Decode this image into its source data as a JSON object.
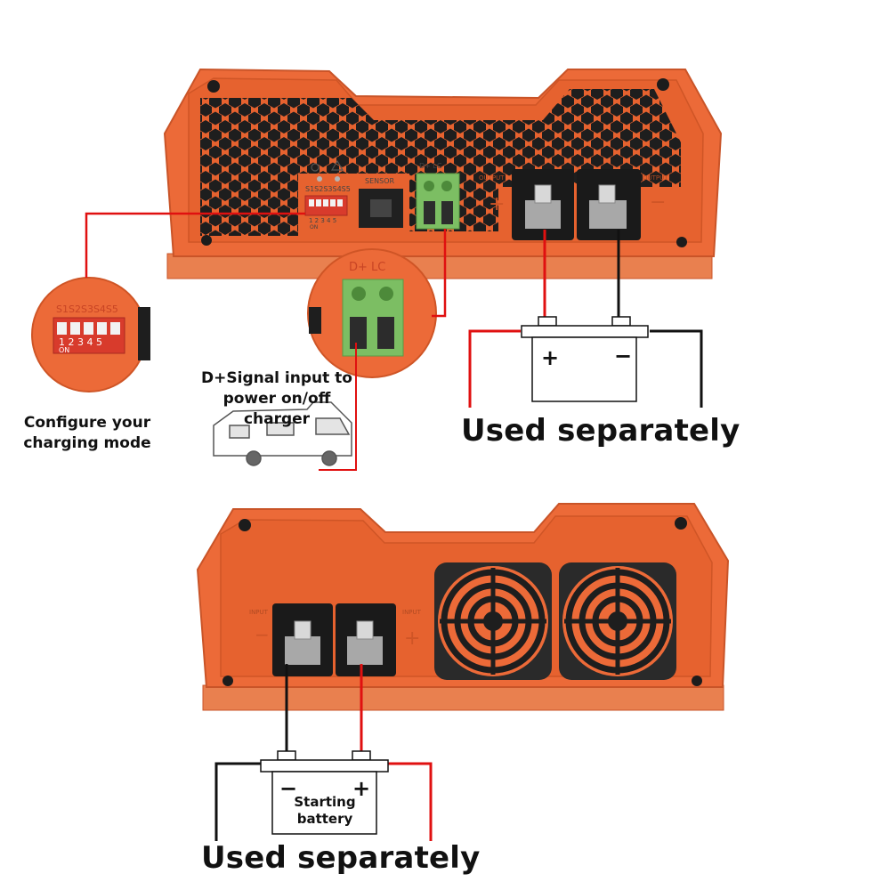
{
  "top_unit": {
    "labels": {
      "dip_switch": "S1S2S3S4S5",
      "dip_numbers": "1 2 3 4 5",
      "dip_on": "ON",
      "sensor": "SENSOR",
      "terminal": "D+  LC",
      "output_left": "OUTPUT",
      "output_right": "OUTPUT"
    }
  },
  "zoom_dip": {
    "switch_label": "S1S2S3S4S5",
    "numbers": "1 2 3 4 5",
    "on": "ON"
  },
  "zoom_terminal": {
    "label": "D+  LC"
  },
  "captions": {
    "charging_mode": "Configure your charging mode",
    "d_plus_signal": "D+Signal input to power on/off charger",
    "used_separately_top": "Used separately",
    "used_separately_bottom": "Used separately"
  },
  "battery_top": {
    "plus": "+",
    "minus": "−"
  },
  "battery_bottom": {
    "minus": "−",
    "plus": "+",
    "label": "Starting battery"
  },
  "bottom_unit": {
    "labels": {
      "input_left": "INPUT",
      "input_right": "INPUT"
    }
  },
  "colors": {
    "housing": "#ec6a38",
    "housing_dark": "#c95428",
    "wire_red": "#e01010",
    "wire_black": "#111111",
    "terminal_green": "#7cbe63"
  }
}
